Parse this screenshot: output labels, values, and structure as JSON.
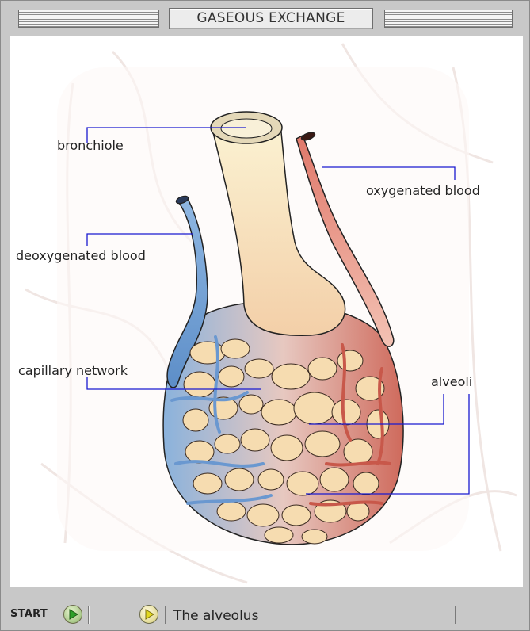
{
  "header": {
    "title": "GASEOUS EXCHANGE"
  },
  "diagram": {
    "labels": {
      "bronchiole": "bronchiole",
      "oxygenated_blood": "oxygenated blood",
      "deoxygenated_blood": "deoxygenated blood",
      "capillary_network": "capillary network",
      "alveoli": "alveoli"
    },
    "colors": {
      "leader_line": "#1a1ad0",
      "deoxygenated": "#5a8cc8",
      "oxygenated": "#d85a4a",
      "alveolus_fill": "#f6dcb0",
      "outline": "#222222"
    }
  },
  "footer": {
    "start_label": "START",
    "caption": "The alveolus",
    "icons": [
      "play-icon",
      "play-icon"
    ]
  }
}
